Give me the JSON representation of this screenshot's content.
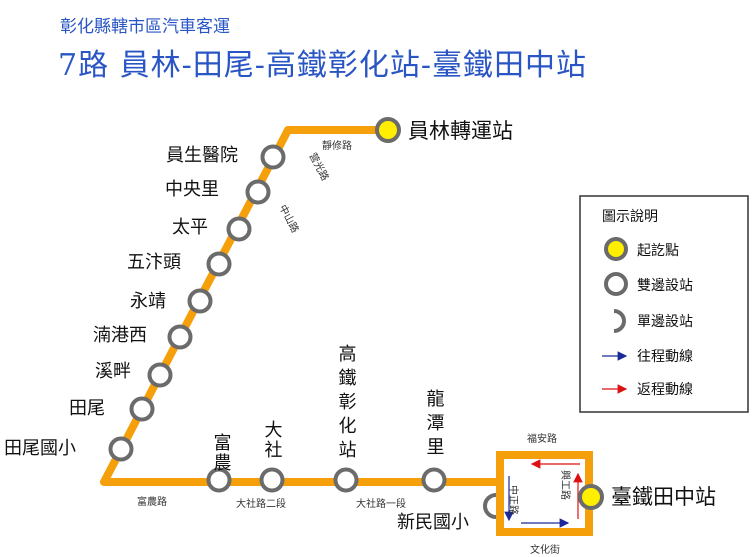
{
  "header": {
    "subtitle": "彰化縣轄市區汽車客運",
    "title": "7路  員林-田尾-高鐵彰化站-臺鐵田中站"
  },
  "stops": {
    "yuanlin_transfer": "員林轉運站",
    "yuansheng": "員生醫院",
    "zhongyangli": "中央里",
    "taiping": "太平",
    "wuzhitou": "五汴頭",
    "yongjing": "永靖",
    "lungangxi": "湳港西",
    "xipan": "溪畔",
    "tianwei": "田尾",
    "tianwei_school": "田尾國小",
    "funong": "富農",
    "dashe": "大社",
    "hsr_changhua": "高鐵彰化站",
    "longtanli": "龍潭里",
    "xinmin_school": "新民國小",
    "tianzhong": "臺鐵田中站"
  },
  "roads": {
    "jingxiu": "靜修路",
    "yingguang": "营光路",
    "zhongshan": "中山路",
    "funong": "富農路",
    "dashe_2": "大社路二段",
    "dashe_1": "大社路一段",
    "fuan": "福安路",
    "zhongzheng": "中正路",
    "xinggong": "興工路",
    "wenhua": "文化街"
  },
  "legend": {
    "title": "圖示說明",
    "start_stop": "起訖點",
    "two_side_stop": "雙邊設站",
    "one_side_stop": "單邊設站",
    "outbound": "往程動線",
    "return": "返程動線"
  },
  "colors": {
    "route": "#f5a00a",
    "stop_ring": "#6b6b6b",
    "terminal_fill": "#ffee00",
    "title_blue": "#2a55c4",
    "outbound_arrow": "#1a2a99",
    "return_arrow": "#dd1111"
  }
}
